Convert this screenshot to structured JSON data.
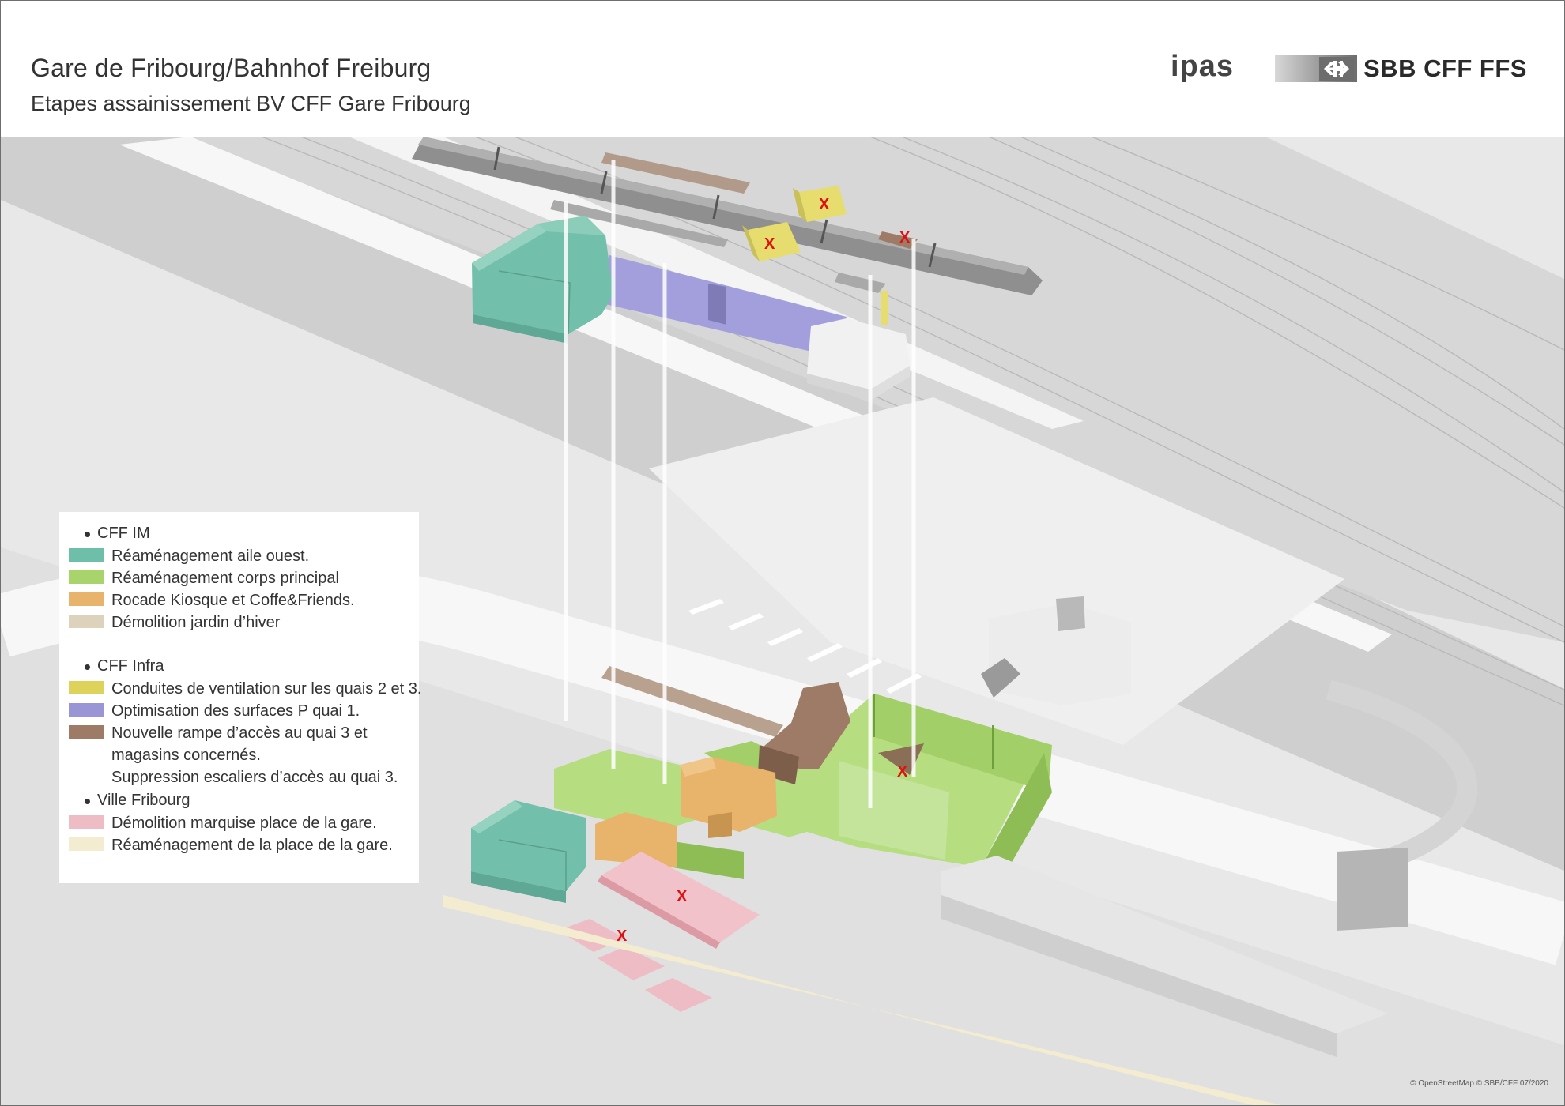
{
  "header": {
    "title": "Gare de Fribourg/Bahnhof Freiburg",
    "subtitle": "Etapes assainissement BV CFF Gare Fribourg",
    "logo_ipas": "ipas",
    "logo_sbb": "SBB CFF FFS"
  },
  "legend": {
    "groups": [
      {
        "title": "CFF IM",
        "items": [
          {
            "label": "Réaménagement aile ouest.",
            "color": "#6dbfaa"
          },
          {
            "label": "Réaménagement corps principal",
            "color": "#a9d46b"
          },
          {
            "label": "Rocade Kiosque et Coffe&Friends.",
            "color": "#e8b46c"
          },
          {
            "label": "Démolition jardin d’hiver",
            "color": "#ddd3bd"
          }
        ]
      },
      {
        "title": "CFF Infra",
        "items": [
          {
            "label": "Conduites de ventilation sur les quais 2 et 3.",
            "color": "#ddd25a"
          },
          {
            "label": "Optimisation des surfaces P quai 1.",
            "color": "#9a96d6"
          },
          {
            "label": "Nouvelle rampe d’accès au quai 3 et\nmagasins concernés.\nSuppression escaliers d’accès au quai 3.",
            "color": "#9e7b66"
          }
        ]
      },
      {
        "title": "Ville Fribourg",
        "items": [
          {
            "label": "Démolition marquise place de la gare.",
            "color": "#edbcc4"
          },
          {
            "label": "Réaménagement de la place de la gare.",
            "color": "#f3ecd0"
          }
        ]
      }
    ]
  },
  "markers": {
    "demolition": "X"
  },
  "credit": "© OpenStreetMap  © SBB/CFF 07/2020"
}
